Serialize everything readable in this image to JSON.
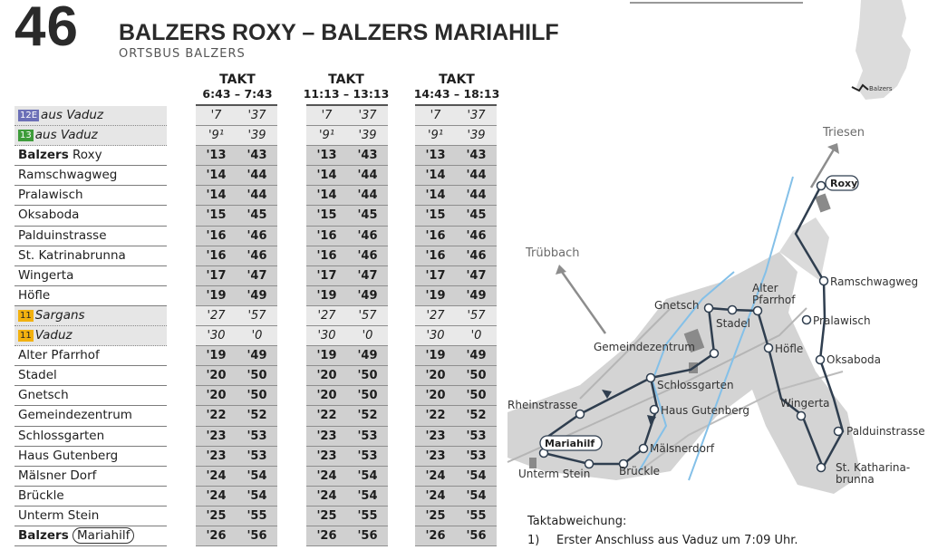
{
  "header": {
    "line_number": "46",
    "title": "BALZERS ROXY – BALZERS MARIAHILF",
    "subtitle": "ORTSBUS BALZERS"
  },
  "takt_label": "TAKT",
  "takts": [
    {
      "range": "6:43 – 7:43"
    },
    {
      "range": "11:13 – 13:13"
    },
    {
      "range": "14:43 – 18:13"
    }
  ],
  "stops": [
    {
      "badge": "12E",
      "name": "aus Vaduz",
      "alt": true,
      "a": "'7",
      "b": "'37"
    },
    {
      "badge": "13",
      "name": "aus Vaduz",
      "alt": true,
      "a": "'9¹",
      "b": "'39"
    },
    {
      "bold": "Balzers",
      "name": "Roxy",
      "a": "'13",
      "b": "'43"
    },
    {
      "name": "Ramschwagweg",
      "a": "'14",
      "b": "'44"
    },
    {
      "name": "Pralawisch",
      "a": "'14",
      "b": "'44"
    },
    {
      "name": "Oksaboda",
      "a": "'15",
      "b": "'45"
    },
    {
      "name": "Palduinstrasse",
      "a": "'16",
      "b": "'46"
    },
    {
      "name": "St. Katrinabrunna",
      "a": "'16",
      "b": "'46"
    },
    {
      "name": "Wingerta",
      "a": "'17",
      "b": "'47"
    },
    {
      "name": "Höfle",
      "a": "'19",
      "b": "'49"
    },
    {
      "badge": "11",
      "name": "Sargans",
      "alt": true,
      "a": "'27",
      "b": "'57"
    },
    {
      "badge": "11",
      "name": "Vaduz",
      "alt": true,
      "a": "'30",
      "b": "'0"
    },
    {
      "name": "Alter Pfarrhof",
      "a": "'19",
      "b": "'49"
    },
    {
      "name": "Stadel",
      "a": "'20",
      "b": "'50"
    },
    {
      "name": "Gnetsch",
      "a": "'20",
      "b": "'50"
    },
    {
      "name": "Gemeindezentrum",
      "a": "'22",
      "b": "'52"
    },
    {
      "name": "Schlossgarten",
      "a": "'23",
      "b": "'53"
    },
    {
      "name": "Haus Gutenberg",
      "a": "'23",
      "b": "'53"
    },
    {
      "name": "Mälsner Dorf",
      "a": "'24",
      "b": "'54"
    },
    {
      "name": "Brückle",
      "a": "'24",
      "b": "'54"
    },
    {
      "name": "Unterm Stein",
      "a": "'25",
      "b": "'55"
    },
    {
      "bold": "Balzers",
      "boxed": "Mariahilf",
      "a": "'26",
      "b": "'56"
    }
  ],
  "map": {
    "inset_label": "Balzers",
    "directions": [
      "Triesen",
      "Trübbach"
    ],
    "labels": {
      "roxy": "Roxy",
      "ramschwagweg": "Ramschwagweg",
      "pralawisch": "Pralawisch",
      "oksaboda": "Oksaboda",
      "palduinstrasse": "Palduinstrasse",
      "katharina1": "St. Katharina-",
      "katharina2": "brunna",
      "wingerta": "Wingerta",
      "hoefle": "Höfle",
      "alter1": "Alter",
      "alter2": "Pfarrhof",
      "stadel": "Stadel",
      "gnetsch": "Gnetsch",
      "gemeindezentrum": "Gemeindezentrum",
      "schlossgarten": "Schlossgarten",
      "gutenberg": "Haus Gutenberg",
      "maelsnerdorf": "Mälsnerdorf",
      "brueckle": "Brückle",
      "untermstein": "Unterm Stein",
      "mariahilf": "Mariahilf",
      "rheinstrasse": "Rheinstrasse"
    },
    "colors": {
      "route": "#2f3e4f",
      "river": "#84c0e8",
      "area": "#d4d4d4"
    }
  },
  "note": {
    "heading": "Taktabweichung:",
    "num": "1)",
    "text": "Erster Anschluss aus Vaduz um 7:09 Uhr."
  }
}
